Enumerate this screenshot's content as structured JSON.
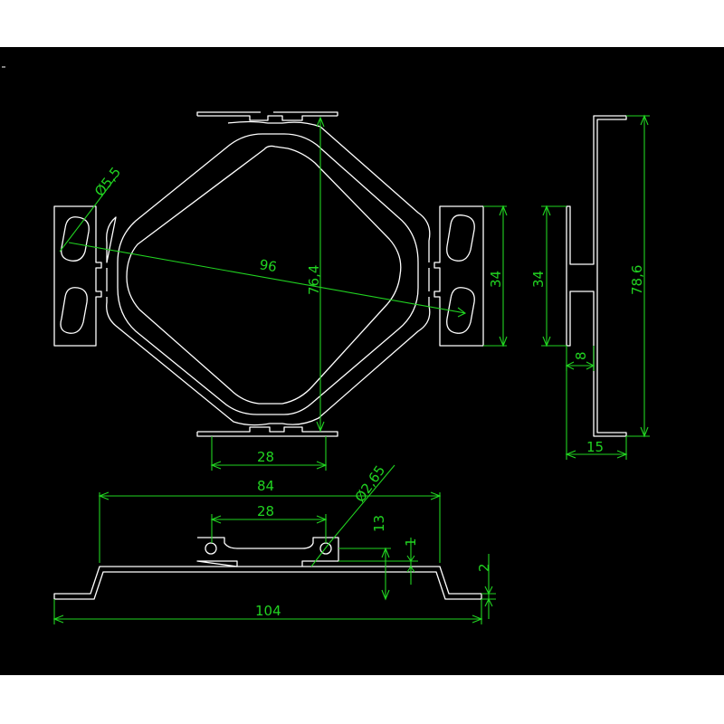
{
  "colors": {
    "background": "#000000",
    "geometry": "#ffffff",
    "dimension": "#21d321",
    "page": "#ffffff"
  },
  "dimensions": {
    "diameter_hole_large": "Ø5,5",
    "center_distance": "96",
    "height_diamond": "76,4",
    "tab_height_right": "34",
    "tab_height_side": "34",
    "overall_height_side": "78,6",
    "slot_offset_side": "8",
    "foot_width_side": "15",
    "tab_width_top": "28",
    "overall_width_bottom": "84",
    "tab_width_bottom": "28",
    "diameter_hole_small": "Ø2,65",
    "height_bottom": "13",
    "step_bottom": "1",
    "thickness_bottom": "2",
    "overall_length_bottom": "104"
  }
}
